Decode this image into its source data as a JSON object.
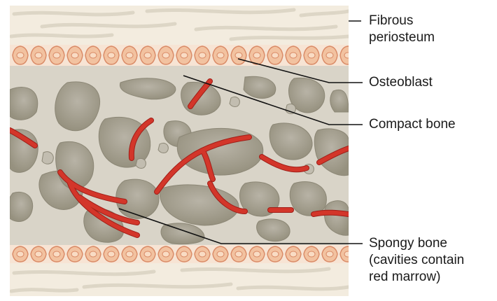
{
  "labels": {
    "fibrous_periosteum": [
      "Fibrous",
      "periosteum"
    ],
    "osteoblast": [
      "Osteoblast"
    ],
    "compact_bone": [
      "Compact bone"
    ],
    "spongy_bone": [
      "Spongy bone",
      "(cavities contain",
      "red marrow)"
    ]
  },
  "colors": {
    "background": "#ffffff",
    "periosteum": "#f3ecdf",
    "fiber": "#ddd6c6",
    "osteoblast_fill": "#f2c2a0",
    "osteoblast_stroke": "#d98a66",
    "bone_matrix": "#d9d4c8",
    "cavity": "#a8a396",
    "cavity_light": "#c2bdb0",
    "vessel": "#d3362a",
    "vessel_dark": "#a01e18",
    "leader_line": "#111111"
  }
}
